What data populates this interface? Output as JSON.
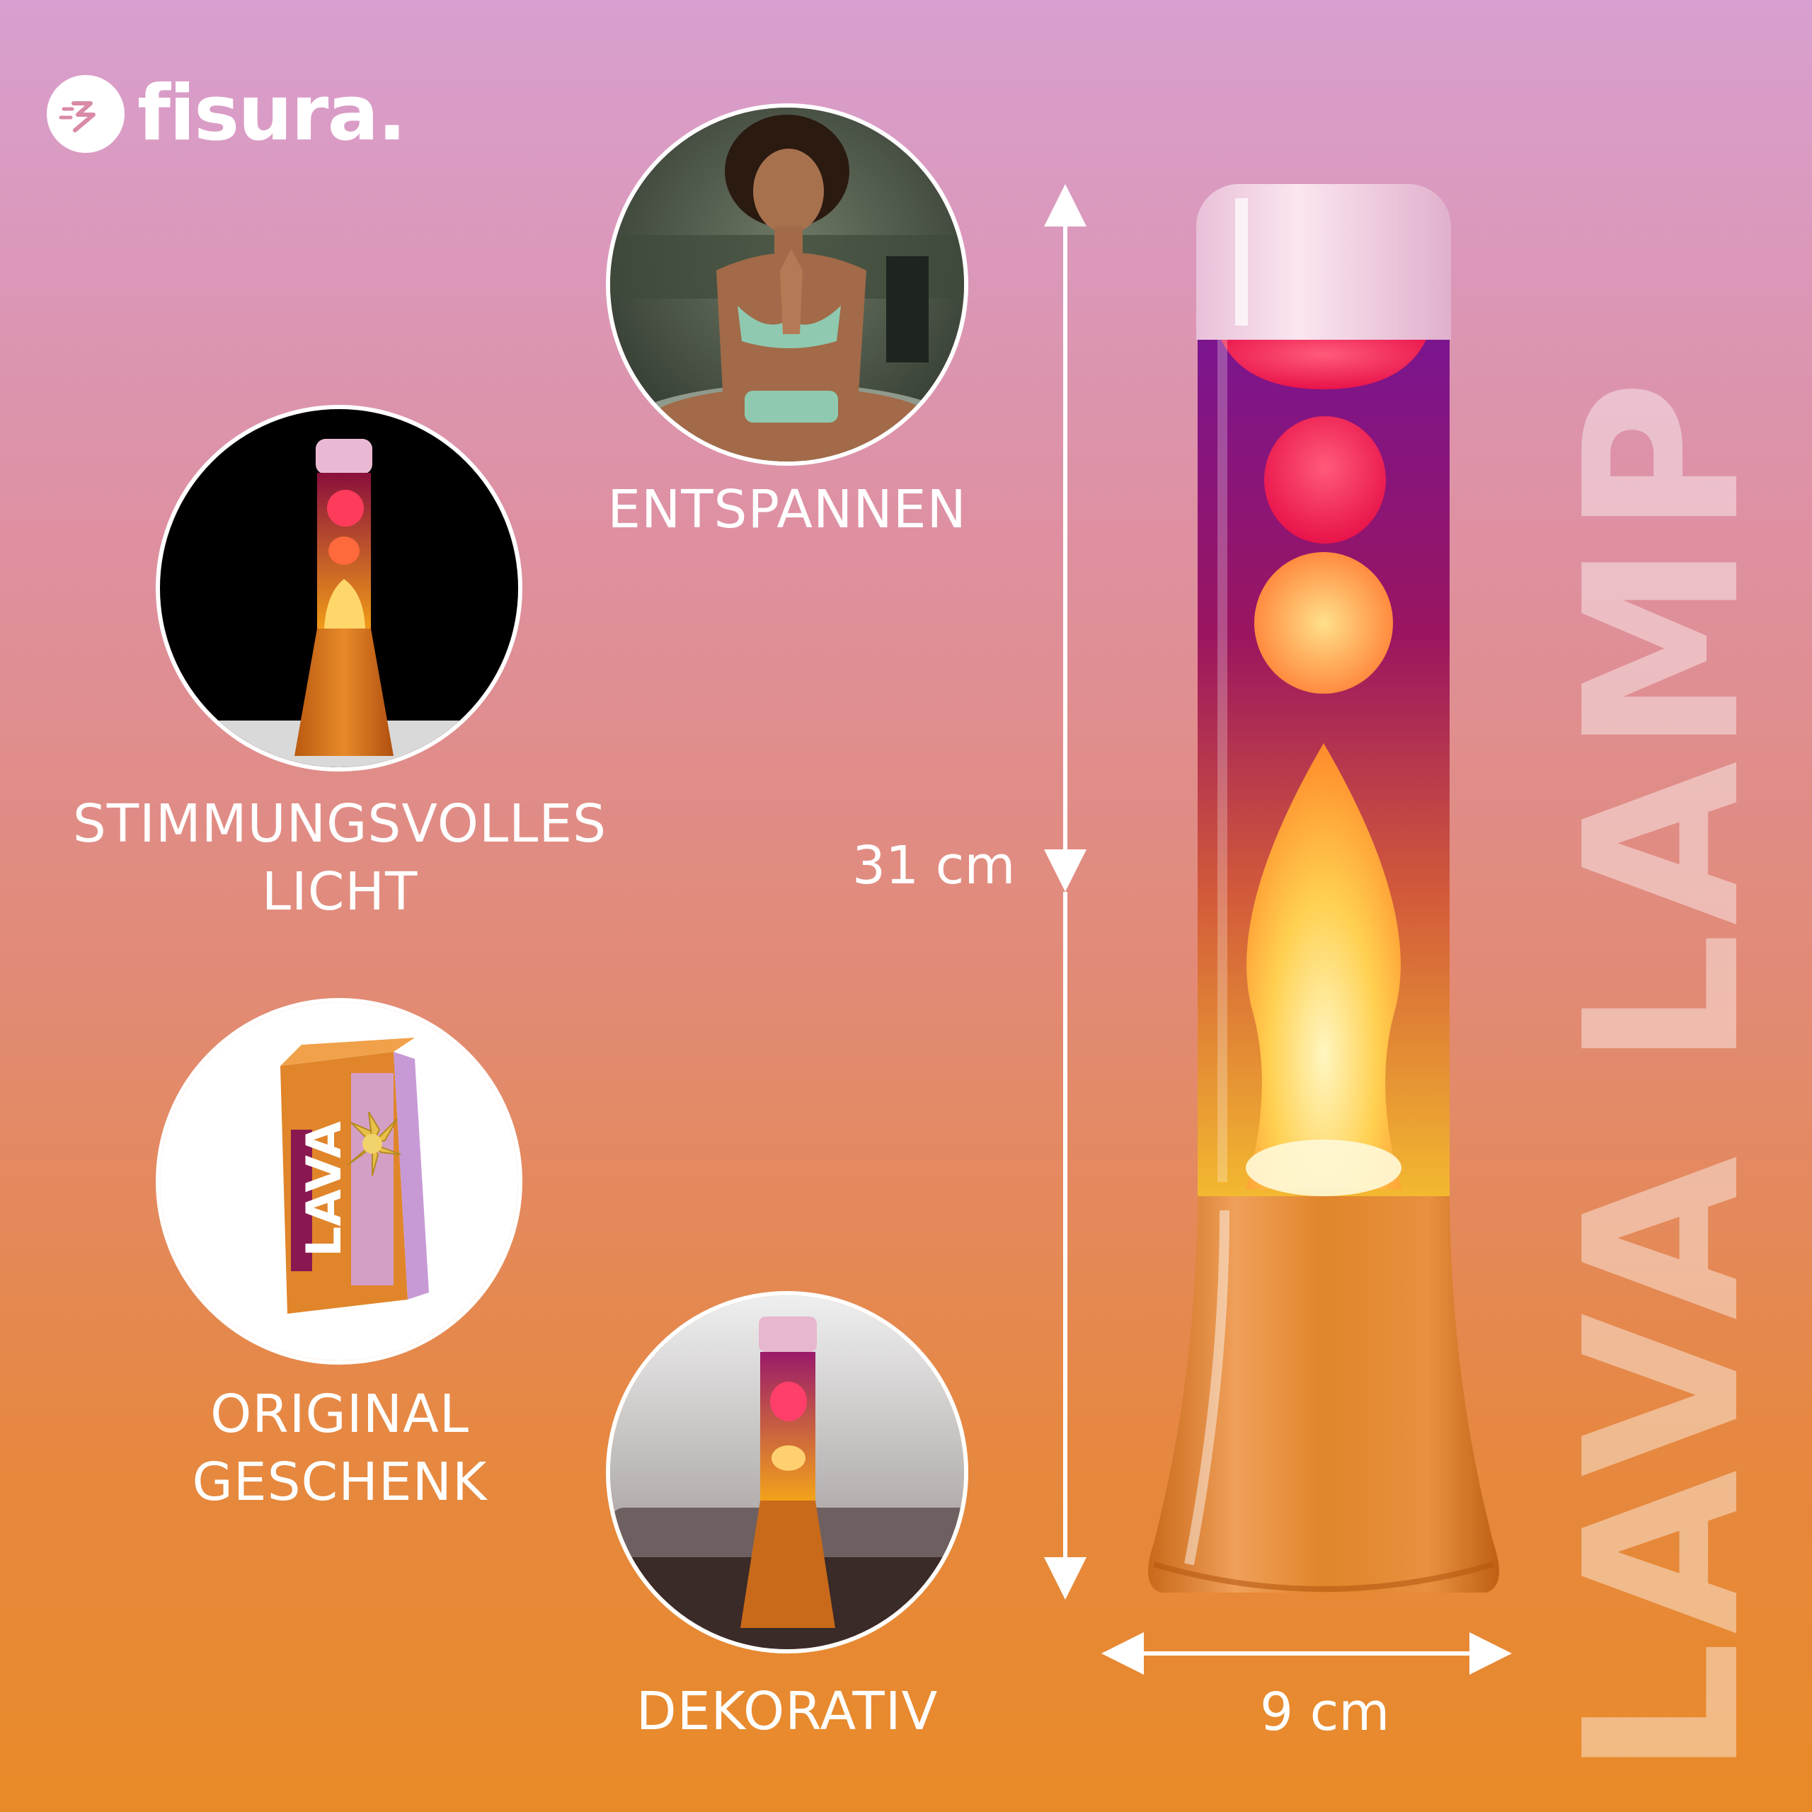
{
  "brand": {
    "name": "fisura."
  },
  "title": "LAVA LAMP",
  "features": [
    {
      "label": "ENTSPANNEN",
      "icon": "meditation-photo"
    },
    {
      "label_line1": "STIMMUNGSVOLLES",
      "label_line2": "LICHT",
      "icon": "lava-lamp-dark-photo"
    },
    {
      "label_line1": "ORIGINAL",
      "label_line2": "GESCHENK",
      "icon": "gift-box-photo"
    },
    {
      "label": "DEKORATIV",
      "icon": "lamp-in-livingroom-photo"
    }
  ],
  "dimensions": {
    "height": "31 cm",
    "width": "9 cm"
  },
  "colors": {
    "background_top": "#d89fd0",
    "background_bottom": "#e88a28",
    "lamp_cap": "#f3cfe0",
    "lamp_base": "#e58a2a",
    "liquid_top": "#7a1a8c",
    "liquid_bottom": "#f0a020",
    "wax": "#ff3d6a"
  }
}
